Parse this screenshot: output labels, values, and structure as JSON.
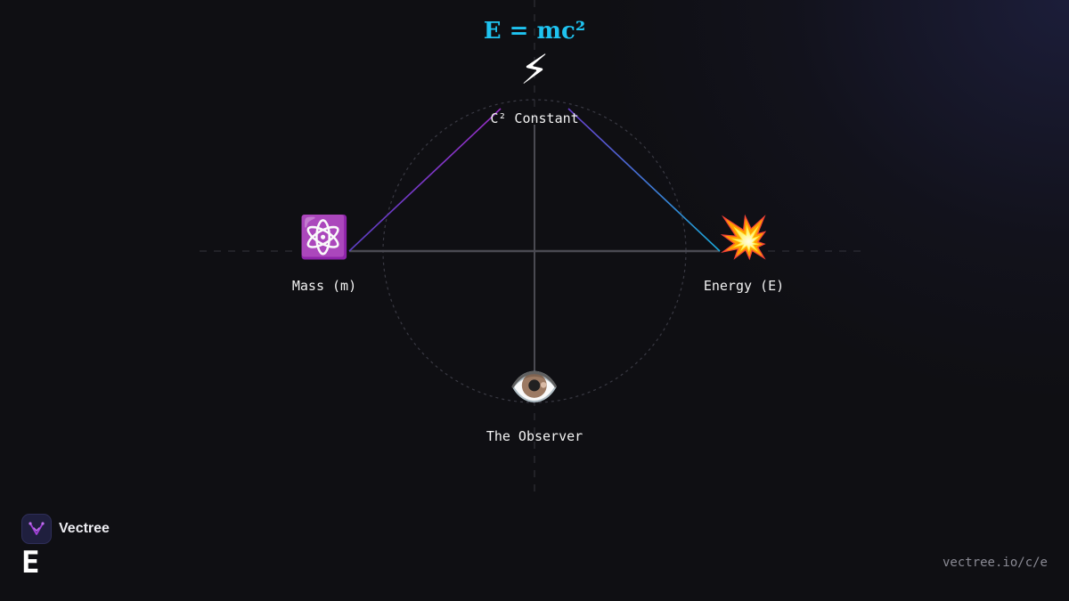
{
  "formula": "E = mc²",
  "nodes": {
    "top": {
      "icon": "⚡",
      "icon_name": "lightning-icon",
      "label": "C² Constant"
    },
    "left": {
      "icon": "⚛️",
      "icon_name": "atom-icon",
      "label": "Mass (m)"
    },
    "right": {
      "icon": "💥",
      "icon_name": "collision-icon",
      "label": "Energy (E)"
    },
    "bottom": {
      "icon": "👁️",
      "icon_name": "eye-icon",
      "label": "The Observer"
    }
  },
  "brand": {
    "name": "Vectree",
    "letter": "E"
  },
  "url": "vectree.io/c/e",
  "colors": {
    "background": "#0f0f13",
    "formula": "#1fc3f0",
    "edge_left": "#8b2fc9",
    "edge_right": "#1fa3d6",
    "axis": "#4a4a52"
  }
}
